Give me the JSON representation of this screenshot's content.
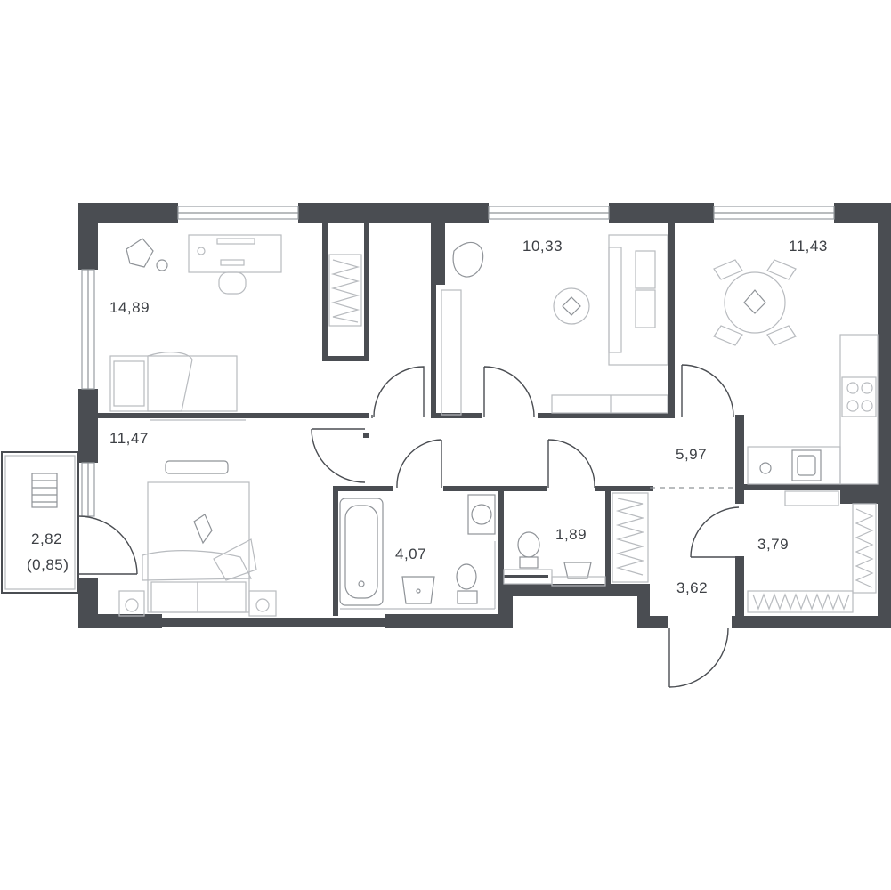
{
  "rooms": {
    "bedroom_1": {
      "area": "14,89"
    },
    "bedroom_2": {
      "area": "11,47"
    },
    "living_room": {
      "area": "10,33"
    },
    "kitchen": {
      "area": "11,43"
    },
    "hall": {
      "area": "5,97"
    },
    "bathroom": {
      "area": "4,07"
    },
    "toilet": {
      "area": "1,89"
    },
    "entrance": {
      "area": "3,62"
    },
    "wardrobe": {
      "area": "3,79"
    },
    "balcony": {
      "area": "2,82",
      "area_reduced": "(0,85)"
    }
  },
  "colors": {
    "wall": "#4a4d52",
    "furniture": "#b8bbbf",
    "background": "#ffffff"
  }
}
